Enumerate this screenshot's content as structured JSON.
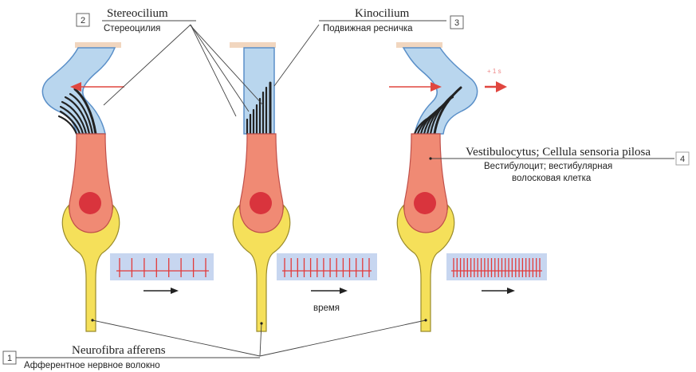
{
  "colors": {
    "cupula": "#b9d6ee",
    "cupula_stroke": "#5a8fc8",
    "cell_body": "#f08a74",
    "cell_stroke": "#c0504a",
    "nucleus": "#d9343d",
    "nerve": "#f5e05a",
    "nerve_stroke": "#9a8b2b",
    "membrane": "#f1d6bf",
    "hair": "#222222",
    "arrow_red": "#e0463f",
    "spike_bg": "#c7d6f0",
    "spike": "#e23a3a"
  },
  "labels": {
    "stereocilium": {
      "num": "2",
      "latin": "Stereocilium",
      "russian": "Стереоцилия"
    },
    "kinocilium": {
      "num": "3",
      "latin": "Kinocilium",
      "russian": "Подвижная ресничка"
    },
    "vestibulocyte": {
      "num": "4",
      "latin": "Vestibulocytus; Cellula sensoria pilosa",
      "russian_1": "Вестибулоцит; вестибулярная",
      "russian_2": "волосковая клетка"
    },
    "neurofibra": {
      "num": "1",
      "latin": "Neurofibra afferens",
      "russian": "Афферентное нервное волокно"
    },
    "time": "время",
    "faint_right": "+ 1 s"
  },
  "cells": [
    {
      "state": "deflected-left",
      "spikes": 8
    },
    {
      "state": "rest",
      "spikes": 14
    },
    {
      "state": "deflected-right",
      "spikes": 26
    }
  ]
}
